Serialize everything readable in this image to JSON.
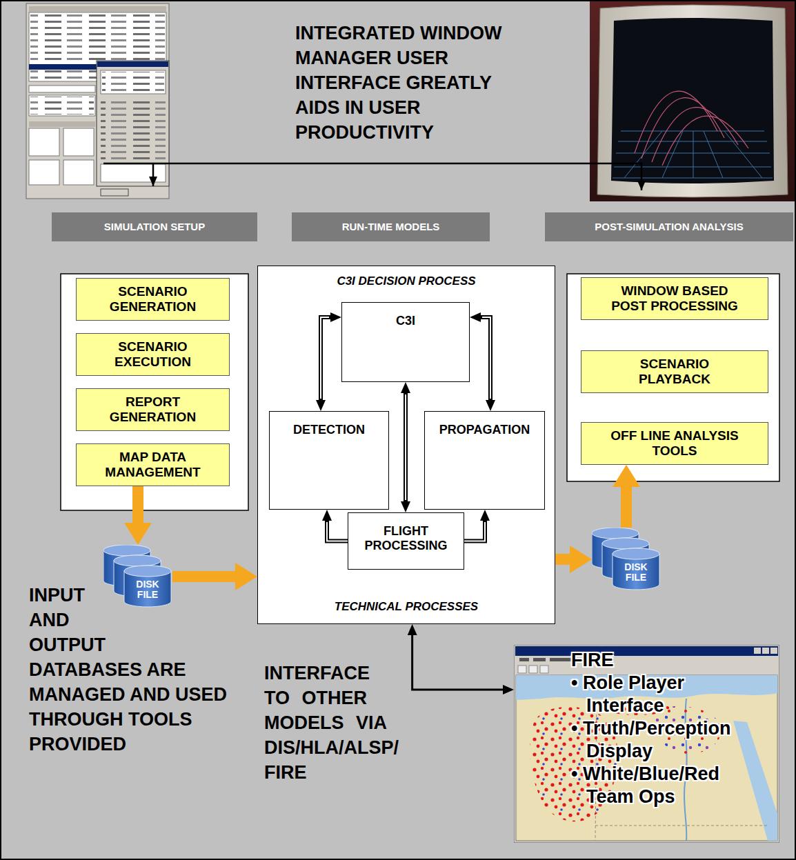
{
  "diagram": {
    "nodes": [
      {
        "text": [
          "SIMULATION SETUP"
        ]
      },
      {
        "text": [
          "RUN-TIME MODELS"
        ]
      },
      {
        "text": [
          "POST-SIMULATION ANALYSIS"
        ]
      },
      {
        "text": [
          "SCENARIO GENERATION"
        ]
      },
      {
        "text": [
          "SCENARIO EXECUTION"
        ]
      },
      {
        "text": [
          "REPORT GENERATION"
        ]
      },
      {
        "text": [
          "MAP DATA MANAGEMENT"
        ]
      },
      {
        "text": [
          "C3I DECISION PROCESS",
          "TECHNICAL PROCESSES"
        ]
      },
      {
        "text": [
          "C3I"
        ],
        "in": 7
      },
      {
        "text": [
          "DETECTION"
        ],
        "in": 7
      },
      {
        "text": [
          "PROPAGATION"
        ],
        "in": 7
      },
      {
        "text": [
          "FLIGHT PROCESSING"
        ],
        "in": 7
      },
      {
        "text": [
          "WINDOW BASED POST PROCESSING"
        ]
      },
      {
        "text": [
          "SCENARIO PLAYBACK"
        ]
      },
      {
        "text": [
          "OFF LINE ANALYSIS TOOLS"
        ]
      },
      {
        "text": [
          "DISK FILE"
        ]
      },
      {
        "text": [
          "DISK FILE"
        ]
      },
      {
        "text": [
          "FIRE",
          "• Role Player Interface",
          "• Truth/Perception Display",
          "• White/Blue/Red Team Ops"
        ]
      }
    ],
    "edges": [
      {
        "from": 6,
        "to": 15,
        "arrow": "to"
      },
      {
        "from": 15,
        "to": 7,
        "arrow": "to"
      },
      {
        "from": 7,
        "to": 16,
        "arrow": "to"
      },
      {
        "from": 16,
        "to": 14,
        "arrow": "to"
      },
      {
        "from": 8,
        "to": 9,
        "arrow": "both"
      },
      {
        "from": 8,
        "to": 10,
        "arrow": "both"
      },
      {
        "from": 8,
        "to": 11,
        "arrow": "both"
      },
      {
        "from": 11,
        "to": 9,
        "arrow": "to"
      },
      {
        "from": 11,
        "to": 10,
        "arrow": "to"
      },
      {
        "from": 7,
        "to": 17,
        "arrow": "both"
      }
    ],
    "labels": [
      "INTEGRATED WINDOW MANAGER USER INTERFACE GREATLY AIDS IN USER PRODUCTIVITY",
      "INPUT AND OUTPUT DATABASES ARE MANAGED AND USED THROUGH TOOLS PROVIDED",
      "INTERFACE TO OTHER MODELS VIA DIS/HLA/ALSP/ FIRE"
    ]
  }
}
